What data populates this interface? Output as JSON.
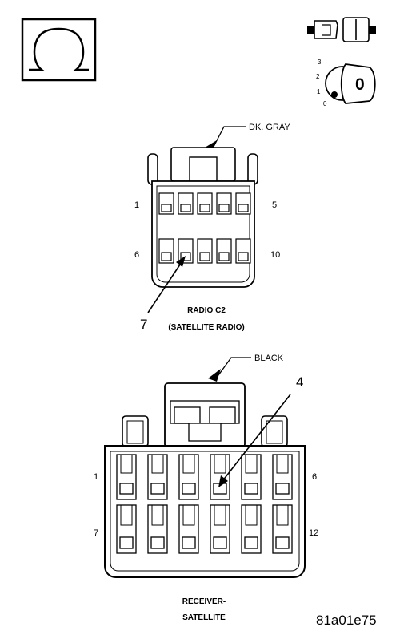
{
  "ohm_symbol": "Ω",
  "ignition": {
    "positions": [
      "3",
      "2",
      "1",
      "0"
    ],
    "key_mark": "0"
  },
  "connector_top": {
    "color_label": "DK. GRAY",
    "pin_labels": {
      "top_left": "1",
      "top_right": "5",
      "bottom_left": "6",
      "bottom_right": "10"
    },
    "callout_pin": "7",
    "name_line1": "RADIO C2",
    "name_line2": "(SATELLITE RADIO)"
  },
  "connector_bottom": {
    "color_label": "BLACK",
    "pin_labels": {
      "top_left": "1",
      "top_right": "6",
      "bottom_left": "7",
      "bottom_right": "12"
    },
    "callout_pin": "4",
    "name_line1": "RECEIVER-",
    "name_line2": "SATELLITE"
  },
  "figure_id": "81a01e75"
}
